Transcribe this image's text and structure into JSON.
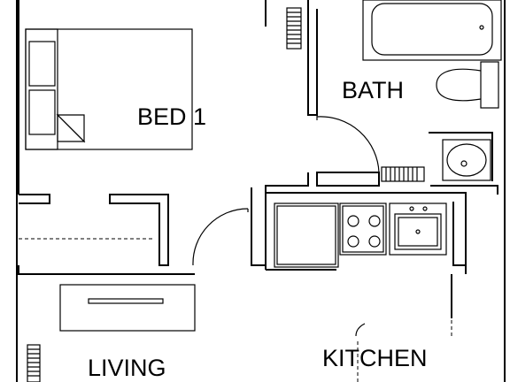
{
  "rooms": {
    "bed1": "BED 1",
    "bath": "BATH",
    "kitchen": "KITCHEN",
    "living": "LIVING"
  }
}
